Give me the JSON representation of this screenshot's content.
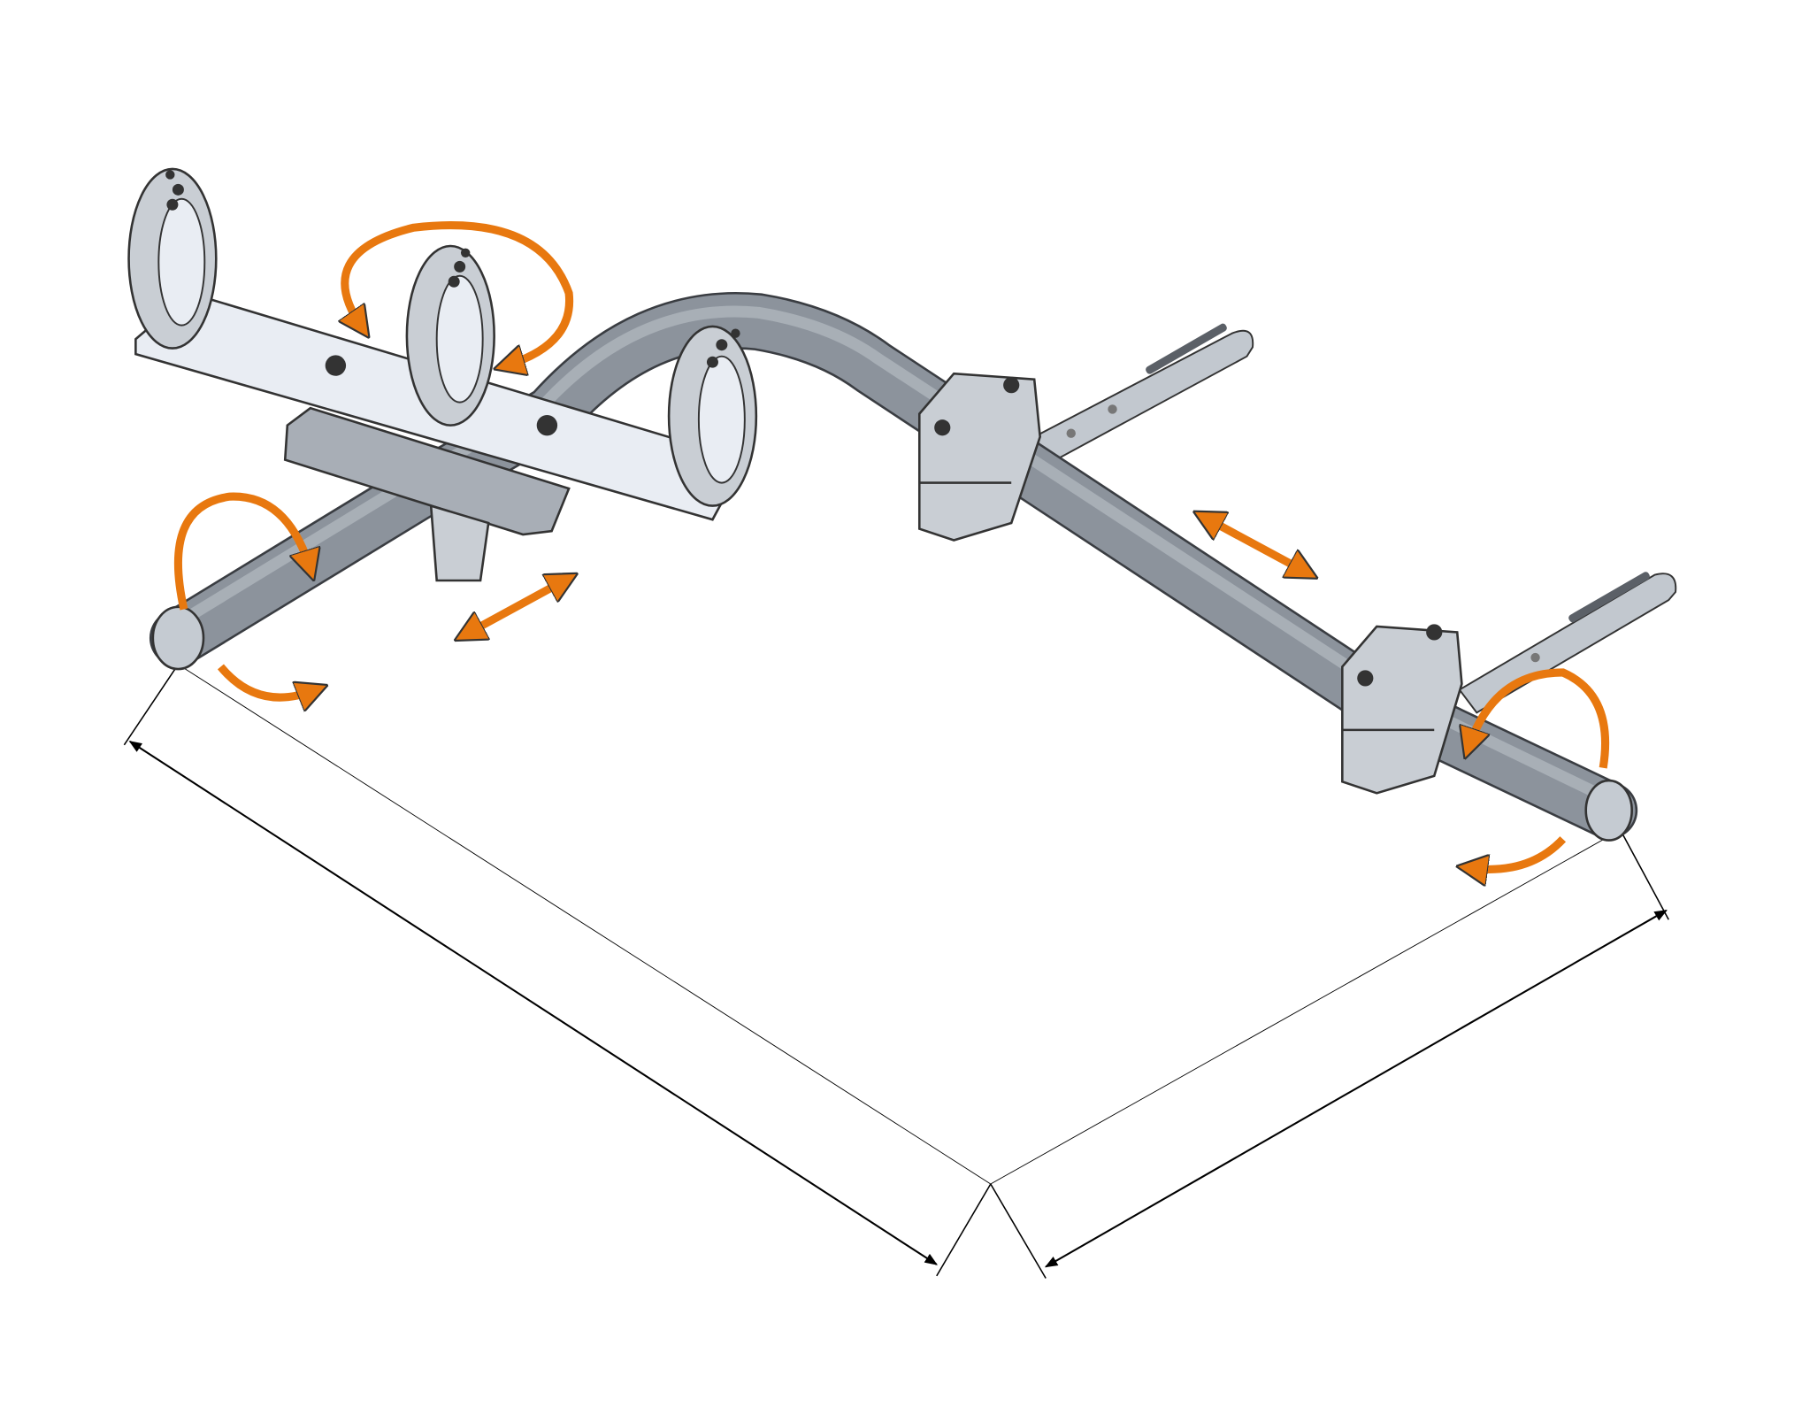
{
  "colors": {
    "background": "#ffffff",
    "tube": "#8c939c",
    "tube_highlight": "#b3bac2",
    "tube_outline": "#3a3d42",
    "clamp": "#c9ced4",
    "plate": "#e9edf3",
    "motion_arrow": "#e8780f",
    "dimension_line": "#000000"
  },
  "icons": {
    "rotation": "curved-double-arrow",
    "translation": "straight-double-arrow",
    "dimension": "arrowhead"
  }
}
